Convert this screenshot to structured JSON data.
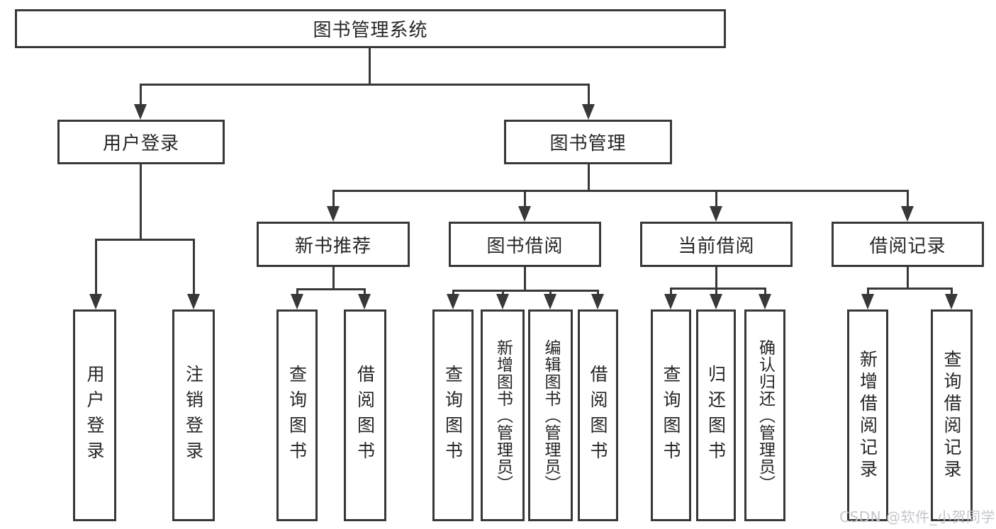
{
  "title": "图书管理系统",
  "tree": {
    "label": "图书管理系统",
    "children": [
      {
        "label": "用户登录",
        "children": [
          {
            "label": "用户登录"
          },
          {
            "label": "注销登录"
          }
        ]
      },
      {
        "label": "图书管理",
        "children": [
          {
            "label": "新书推荐",
            "children": [
              {
                "label": "查询图书"
              },
              {
                "label": "借阅图书"
              }
            ]
          },
          {
            "label": "图书借阅",
            "children": [
              {
                "label": "查询图书"
              },
              {
                "label": "新增图书（管理员）"
              },
              {
                "label": "编辑图书（管理员）"
              },
              {
                "label": "借阅图书"
              }
            ]
          },
          {
            "label": "当前借阅",
            "children": [
              {
                "label": "查询图书"
              },
              {
                "label": "归还图书"
              },
              {
                "label": "确认归还（管理员）"
              }
            ]
          },
          {
            "label": "借阅记录",
            "children": [
              {
                "label": "新增借阅记录"
              },
              {
                "label": "查询借阅记录"
              }
            ]
          }
        ]
      }
    ]
  },
  "watermark": {
    "text": "CSDN @软件_小贺同学"
  },
  "colors": {
    "line": "#383838",
    "text": "#262626",
    "background": "#ffffff",
    "watermark": "#c3c7cc"
  }
}
